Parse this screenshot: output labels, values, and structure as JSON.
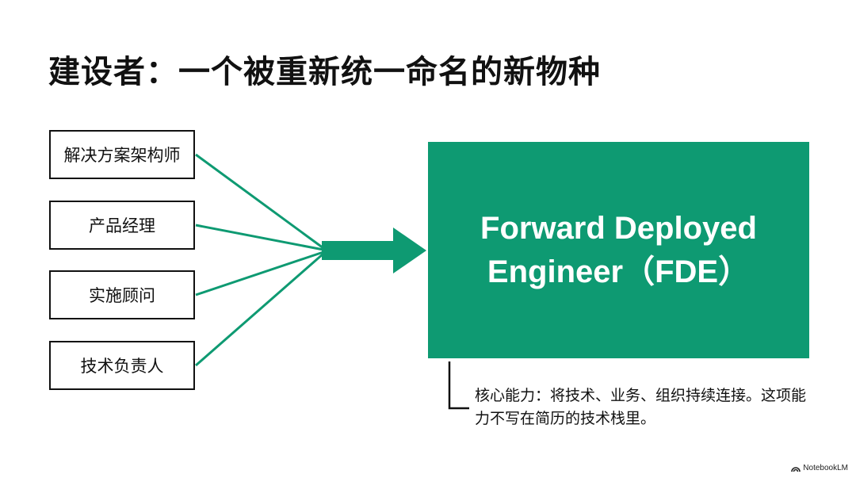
{
  "slide": {
    "title": "建设者：一个被重新统一命名的新物种"
  },
  "roles": [
    {
      "label": "解决方案架构师"
    },
    {
      "label": "产品经理"
    },
    {
      "label": "实施顾问"
    },
    {
      "label": "技术负责人"
    }
  ],
  "fde": {
    "title": "Forward Deployed Engineer（FDE）"
  },
  "capability": {
    "text": "核心能力：将技术、业务、组织持续连接。这项能力不写在简历的技术栈里。"
  },
  "branding": {
    "name": "NotebookLM",
    "icon": "notebooklm-logo-icon"
  },
  "colors": {
    "accent": "#0e9a72",
    "text": "#111111",
    "background": "#ffffff"
  }
}
